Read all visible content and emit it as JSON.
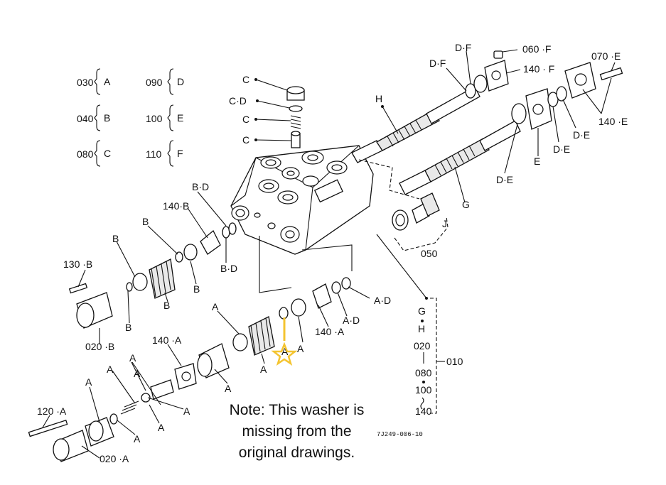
{
  "legend": [
    {
      "code": "030",
      "letter": "A"
    },
    {
      "code": "040",
      "letter": "B"
    },
    {
      "code": "080",
      "letter": "C"
    },
    {
      "code": "090",
      "letter": "D"
    },
    {
      "code": "100",
      "letter": "E"
    },
    {
      "code": "110",
      "letter": "F"
    }
  ],
  "labels": {
    "c1": "C",
    "cd": "C·D",
    "c2": "C",
    "c3": "C",
    "h": "H",
    "df1": "D·F",
    "df2": "D·F",
    "p060f": "060 ·F",
    "p140f": "140 · F",
    "p070e": "070 ·E",
    "p140e": "140 ·E",
    "de1": "D·E",
    "de2": "D·E",
    "de3": "D·E",
    "e": "E",
    "g": "G",
    "j": "J",
    "p050": "050",
    "bd1": "B·D",
    "p140b": "140·B",
    "bd2": "B·D",
    "b1": "B",
    "b2": "B",
    "b3": "B",
    "b4": "B",
    "b5": "B",
    "p130b": "130 ·B",
    "p020b": "020 ·B",
    "ad1": "A·D",
    "ad2": "A·D",
    "p140a_r": "140 ·A",
    "a1": "A",
    "a2": "A",
    "a3": "A",
    "a4": "A",
    "a5": "A",
    "p140a_l": "140 ·A",
    "a6": "A",
    "a7": "A",
    "a8": "A",
    "a9": "A",
    "a10": "A",
    "a11": "A",
    "a12": "A",
    "a13": "A",
    "p120a": "120 ·A",
    "p020a": "020 ·A",
    "kit_g": "G",
    "kit_h": "H",
    "kit_020": "020",
    "kit_080": "080",
    "kit_100": "100",
    "kit_140": "140",
    "kit_010": "010",
    "ref": "7J249-006-10"
  },
  "note": {
    "line1": "Note: This washer is",
    "line2": "missing from the",
    "line3": "original drawings."
  },
  "colors": {
    "highlight": "#f4c430",
    "ink": "#111111"
  },
  "icons": {
    "marker": "star-icon"
  }
}
